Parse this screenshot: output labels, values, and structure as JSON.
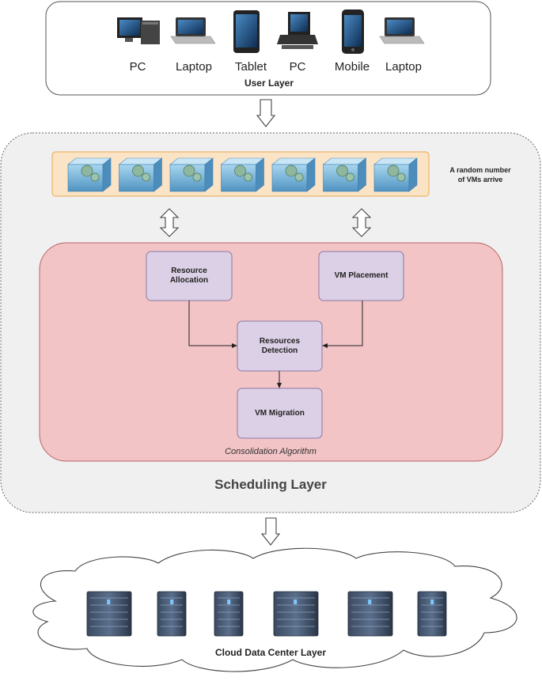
{
  "user_layer": {
    "title": "User Layer",
    "devices": [
      {
        "label": "PC",
        "icon": "desktop-pc-icon"
      },
      {
        "label": "Laptop",
        "icon": "laptop-icon"
      },
      {
        "label": "Tablet",
        "icon": "tablet-icon"
      },
      {
        "label": "PC",
        "icon": "workstation-pc-icon"
      },
      {
        "label": "Mobile",
        "icon": "mobile-phone-icon"
      },
      {
        "label": "Laptop",
        "icon": "laptop-icon"
      }
    ]
  },
  "vm_queue": {
    "note_line1": "A random number",
    "note_line2": "of VMs arrive",
    "vm_icon": "virtual-machine-cube-icon"
  },
  "consolidation": {
    "caption": "Consolidation Algorithm",
    "resource_allocation_line1": "Resource",
    "resource_allocation_line2": "Allocation",
    "vm_placement": "VM Placement",
    "resources_detection_line1": "Resources",
    "resources_detection_line2": "Detection",
    "vm_migration": "VM Migration"
  },
  "scheduling_layer": {
    "title": "Scheduling Layer"
  },
  "cloud_layer": {
    "title": "Cloud Data Center Layer",
    "server_icon": "server-rack-icon"
  },
  "colors": {
    "scheduling_bg": "#f0f0f0",
    "queue_bg": "#fbe3c5",
    "consolidation_bg": "#f2c4c6",
    "process_box": "#dcd0e6",
    "vm_cube": "#7ab8dc"
  }
}
